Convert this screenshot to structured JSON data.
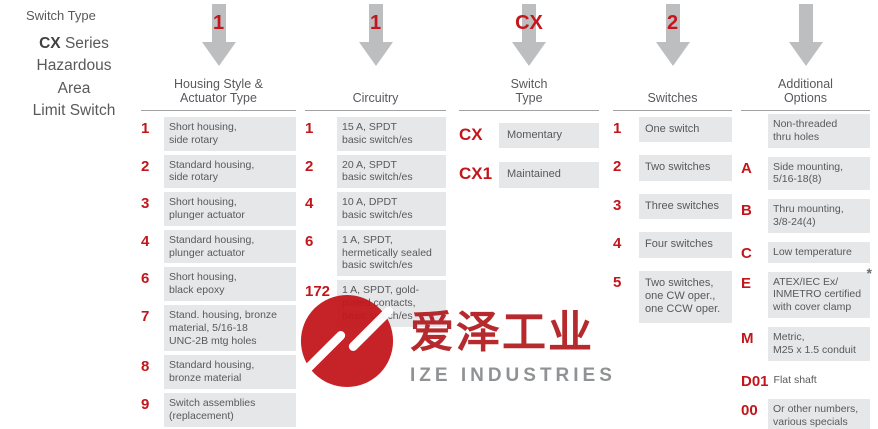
{
  "intro": {
    "eyebrow": "Switch Type",
    "series_bold": "CX",
    "series_rest": " Series",
    "line2": "Hazardous",
    "line3": "Area",
    "line4": "Limit Switch"
  },
  "columns": [
    {
      "top_code": "1",
      "header": "Housing Style &\nActuator Type",
      "items": [
        {
          "code": "1",
          "desc": "Short housing,\nside rotary"
        },
        {
          "code": "2",
          "desc": "Standard housing,\nside rotary"
        },
        {
          "code": "3",
          "desc": "Short housing,\nplunger actuator"
        },
        {
          "code": "4",
          "desc": "Standard housing,\nplunger actuator"
        },
        {
          "code": "6",
          "desc": "Short housing,\nblack epoxy"
        },
        {
          "code": "7",
          "desc": "Stand. housing, bronze\nmaterial, 5/16-18\nUNC-2B mtg holes"
        },
        {
          "code": "8",
          "desc": "Standard housing,\nbronze material"
        },
        {
          "code": "9",
          "desc": "Switch assemblies\n(replacement)"
        }
      ]
    },
    {
      "top_code": "1",
      "header": "Circuitry",
      "items": [
        {
          "code": "1",
          "desc": "15 A, SPDT\nbasic switch/es"
        },
        {
          "code": "2",
          "desc": "20 A, SPDT\nbasic switch/es"
        },
        {
          "code": "4",
          "desc": "10 A, DPDT\nbasic switch/es"
        },
        {
          "code": "6",
          "desc": "1 A, SPDT,\nhermetically sealed\nbasic switch/es"
        },
        {
          "code": "172",
          "desc": "1 A, SPDT, gold-\nplated contacts,\nbasic switch/es"
        }
      ]
    },
    {
      "top_code": "CX",
      "header": "Switch\nType",
      "items": [
        {
          "code": "CX",
          "desc": "Momentary"
        },
        {
          "code": "CX1",
          "desc": "Maintained"
        }
      ]
    },
    {
      "top_code": "2",
      "header": "Switches",
      "items": [
        {
          "code": "1",
          "desc": "One switch"
        },
        {
          "code": "2",
          "desc": "Two switches"
        },
        {
          "code": "3",
          "desc": "Three switches"
        },
        {
          "code": "4",
          "desc": "Four switches"
        },
        {
          "code": "5",
          "desc": "Two switches,\none CW oper.,\none CCW oper."
        }
      ]
    },
    {
      "top_code": "",
      "header": "Additional\nOptions",
      "items": [
        {
          "code": "",
          "desc": "Non-threaded\nthru holes"
        },
        {
          "code": "A",
          "desc": "Side mounting,\n5/16-18(8)"
        },
        {
          "code": "B",
          "desc": "Thru mounting,\n3/8-24(4)"
        },
        {
          "code": "C",
          "desc": "Low temperature"
        },
        {
          "code": "E",
          "desc": "ATEX/IEC Ex/\nINMETRO certified\nwith cover clamp",
          "note": "*"
        },
        {
          "code": "M",
          "desc": "Metric,\nM25 x 1.5 conduit"
        },
        {
          "code": "D01",
          "desc": "Flat shaft",
          "plain": true
        },
        {
          "code": "00",
          "desc": "Or other numbers,\nvarious specials"
        }
      ]
    }
  ],
  "watermark": {
    "cn": "爱泽工业",
    "en": "IZE INDUSTRIES"
  },
  "colors": {
    "red": "#C3161C",
    "gray_text": "#58595B",
    "box_bg": "#E6E7E8",
    "arrow": "#BCBEC0"
  }
}
